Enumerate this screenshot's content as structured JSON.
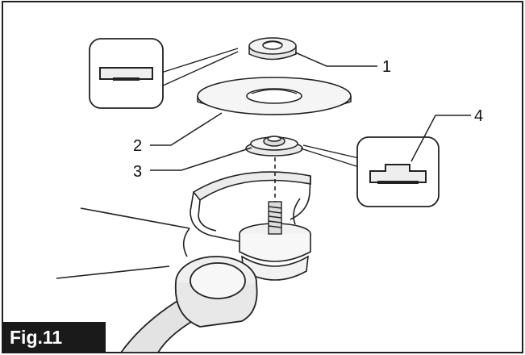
{
  "figure": {
    "label": "Fig.11",
    "callouts": [
      {
        "id": "1",
        "text": "1"
      },
      {
        "id": "2",
        "text": "2"
      },
      {
        "id": "3",
        "text": "3"
      },
      {
        "id": "4",
        "text": "4"
      }
    ]
  }
}
